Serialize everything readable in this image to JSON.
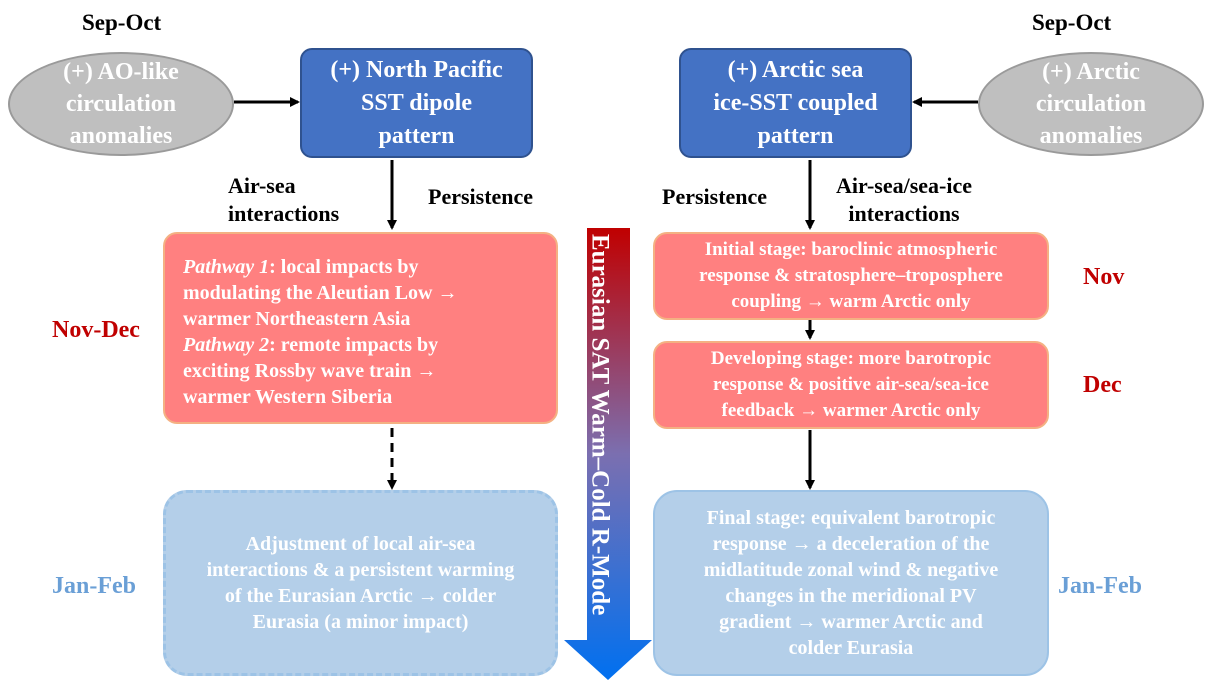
{
  "labels": {
    "sep_oct_left": "Sep-Oct",
    "sep_oct_right": "Sep-Oct",
    "air_sea_left": "Air-sea\ninteractions",
    "persistence_left": "Persistence",
    "persistence_right": "Persistence",
    "air_sea_right": "Air-sea/sea-ice\ninteractions"
  },
  "months": {
    "nov_dec": "Nov-Dec",
    "nov": "Nov",
    "dec": "Dec",
    "jan_feb_left": "Jan-Feb",
    "jan_feb_right": "Jan-Feb"
  },
  "nodes": {
    "ao_circulation": "(+) AO-like\ncirculation\nanomalies",
    "north_pacific": "(+) North Pacific\nSST dipole\npattern",
    "arctic_sea_ice": "(+) Arctic sea\nice-SST coupled\npattern",
    "arctic_circulation": "(+) Arctic\ncirculation\nanomalies",
    "pathways": {
      "p1_title": "Pathway 1",
      "p1_text": ": local impacts by\nmodulating the Aleutian Low →\nwarmer Northeastern Asia",
      "p2_title": "Pathway 2",
      "p2_text": ": remote impacts by\nexciting Rossby wave train →\nwarmer Western Siberia"
    },
    "initial_stage": "Initial stage: baroclinic atmospheric\nresponse & stratosphere–troposphere\ncoupling → warm Arctic only",
    "developing_stage": "Developing stage: more barotropic\nresponse & positive air-sea/sea-ice\nfeedback → warmer Arctic only",
    "adjustment": "Adjustment of local air-sea\ninteractions & a persistent warming\nof the Eurasian Arctic → colder\nEurasia (a minor impact)",
    "final_stage": "Final stage: equivalent barotropic\nresponse → a deceleration of the\nmidlatitude zonal wind & negative\nchanges in the meridional PV\ngradient → warmer Arctic and\ncolder Eurasia"
  },
  "center_arrow_label": "Eurasian SAT Warm–Cold R-Mode",
  "colors": {
    "ellipse": "#bfbfbf",
    "blue_box": "#4472c4",
    "red_box": "#ff8080",
    "light_box": "#b4cfe9",
    "month_red": "#c00000",
    "month_blue": "#6a9fd6",
    "arrow_top": "#c00000",
    "arrow_bottom": "#0070f0"
  }
}
